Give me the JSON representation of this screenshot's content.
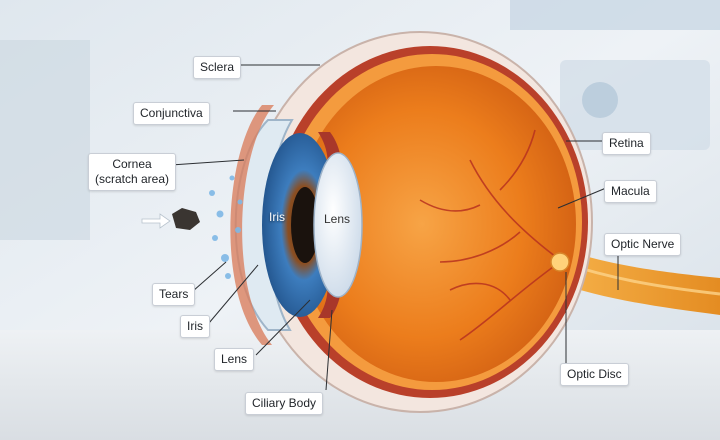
{
  "labels": {
    "sclera": "Sclera",
    "conjunctiva": "Conjunctiva",
    "cornea_line1": "Cornea",
    "cornea_line2": "(scratch area)",
    "tears": "Tears",
    "iris": "Iris",
    "lens": "Lens",
    "ciliary_body": "Ciliary Body",
    "retina": "Retina",
    "macula": "Macula",
    "optic_nerve": "Optic Nerve",
    "optic_disc": "Optic Disc",
    "iris_inner": "Iris",
    "lens_inner": "Lens"
  },
  "colors": {
    "sclera": "#f4e7e1",
    "choroid": "#c2452b",
    "retina": "#f08a2c",
    "vitreous": "#e97a1a",
    "iris": "#3b78b8",
    "lens": "#eef4fb",
    "nerve": "#f2a43a",
    "background": "#e4ebf1"
  },
  "icons": {
    "foreign_particle": "debris-particle-icon",
    "pointer_arrow": "arrow-right-icon"
  }
}
